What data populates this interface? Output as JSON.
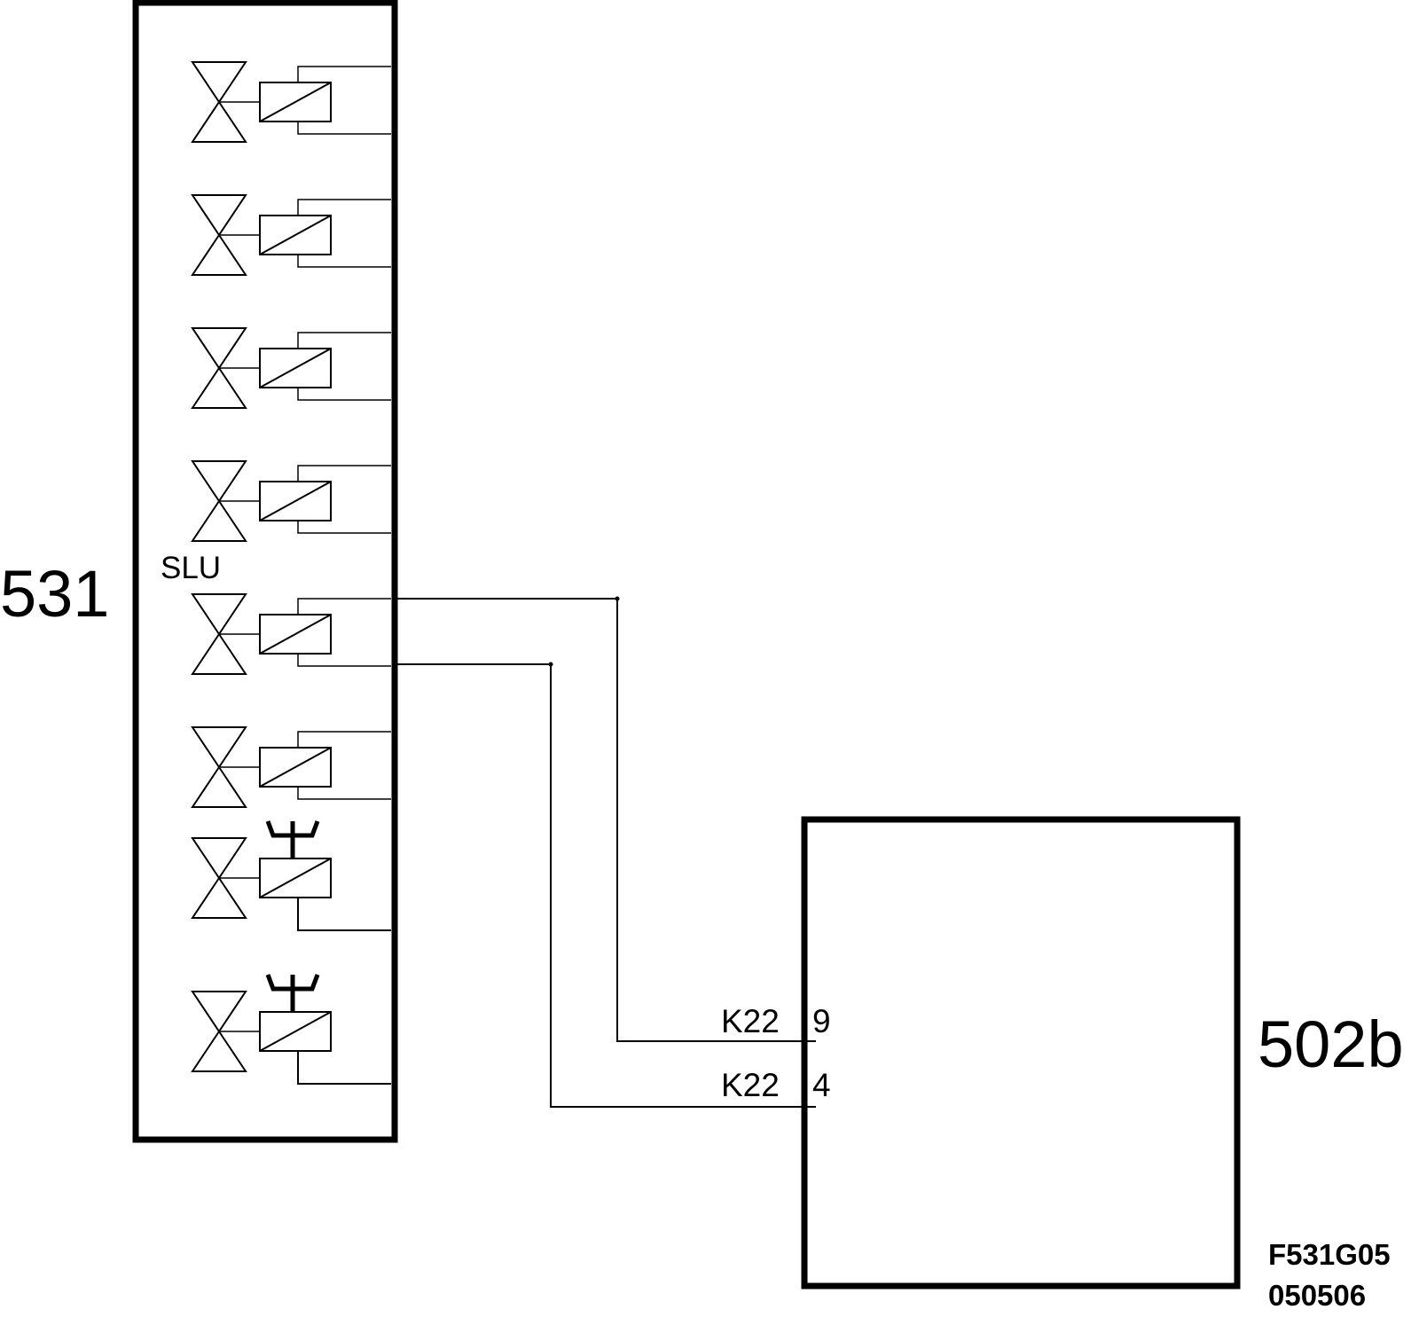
{
  "components": {
    "valve_block": {
      "label": "531",
      "highlighted_valve_label": "SLU",
      "valve_count": 8
    },
    "control_unit": {
      "label": "502b"
    }
  },
  "connections": [
    {
      "connector": "K22",
      "pin": "9"
    },
    {
      "connector": "K22",
      "pin": "4"
    }
  ],
  "reference": {
    "figure_code": "F531G05",
    "date_code": "050506"
  }
}
